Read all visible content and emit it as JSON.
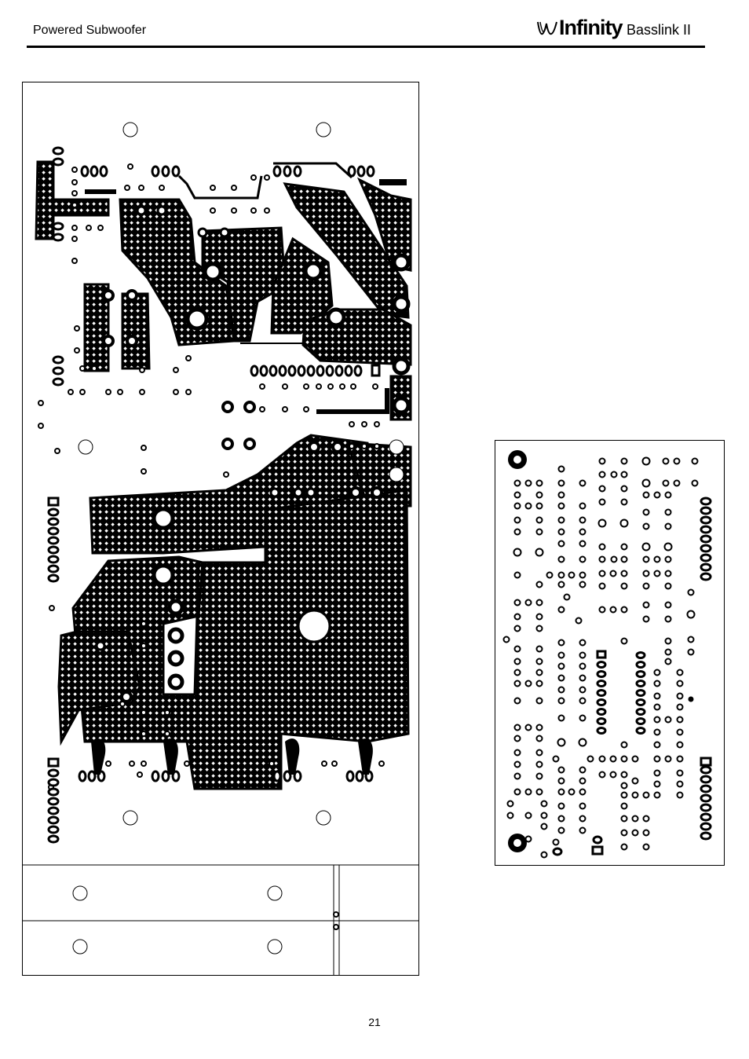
{
  "header": {
    "section_title": "Powered Subwoofer",
    "brand_name": "Infinity",
    "product_name": "Basslink II"
  },
  "footer": {
    "page_number": "21"
  },
  "colors": {
    "ink": "#000000",
    "paper": "#ffffff"
  }
}
